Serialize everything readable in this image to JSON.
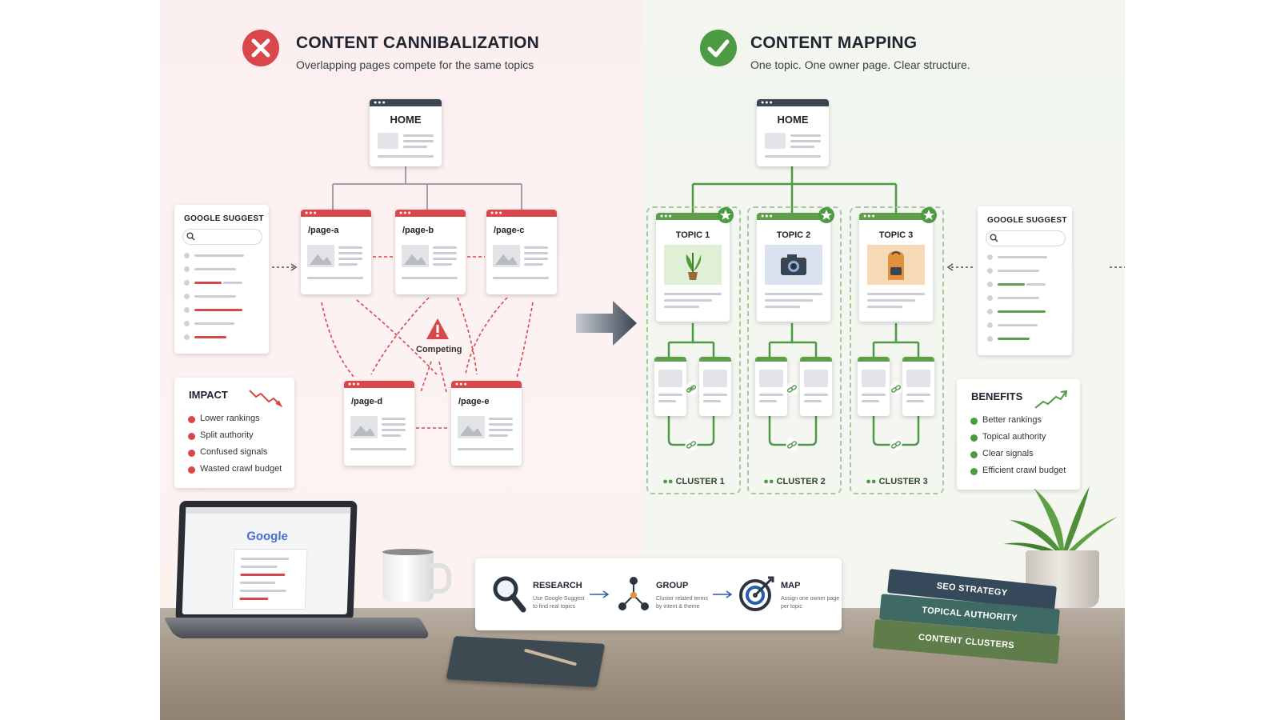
{
  "left": {
    "title": "CONTENT CANNIBALIZATION",
    "subtitle": "Overlapping pages compete for the same topics",
    "home_label": "HOME",
    "pages": [
      "/page-a",
      "/page-b",
      "/page-c",
      "/page-d",
      "/page-e"
    ],
    "competing_label": "Competing",
    "google_suggest_title": "GOOGLE SUGGEST",
    "impact": {
      "title": "IMPACT",
      "items": [
        "Lower rankings",
        "Split authority",
        "Confused signals",
        "Wasted crawl budget"
      ]
    },
    "laptop_brand": "Google"
  },
  "right": {
    "title": "CONTENT MAPPING",
    "subtitle": "One topic. One owner page. Clear structure.",
    "home_label": "HOME",
    "topics": [
      "TOPIC 1",
      "TOPIC 2",
      "TOPIC 3"
    ],
    "clusters": [
      "CLUSTER 1",
      "CLUSTER 2",
      "CLUSTER 3"
    ],
    "google_suggest_title": "GOOGLE SUGGEST",
    "benefits": {
      "title": "BENEFITS",
      "items": [
        "Better rankings",
        "Topical authority",
        "Clear signals",
        "Efficient crawl budget"
      ]
    }
  },
  "process": {
    "steps": [
      {
        "title": "RESEARCH",
        "desc1": "Use Google Suggest",
        "desc2": "to find real topics",
        "icon": "magnifier-icon"
      },
      {
        "title": "GROUP",
        "desc1": "Cluster related terms",
        "desc2": "by intent & theme",
        "icon": "network-icon"
      },
      {
        "title": "MAP",
        "desc1": "Assign one owner page",
        "desc2": "per topic",
        "icon": "target-icon"
      }
    ]
  },
  "books": [
    "SEO STRATEGY",
    "TOPICAL AUTHORITY",
    "CONTENT CLUSTERS"
  ],
  "colors": {
    "red": "#d9474a",
    "green": "#5f9e4b",
    "dark": "#3b4552"
  }
}
